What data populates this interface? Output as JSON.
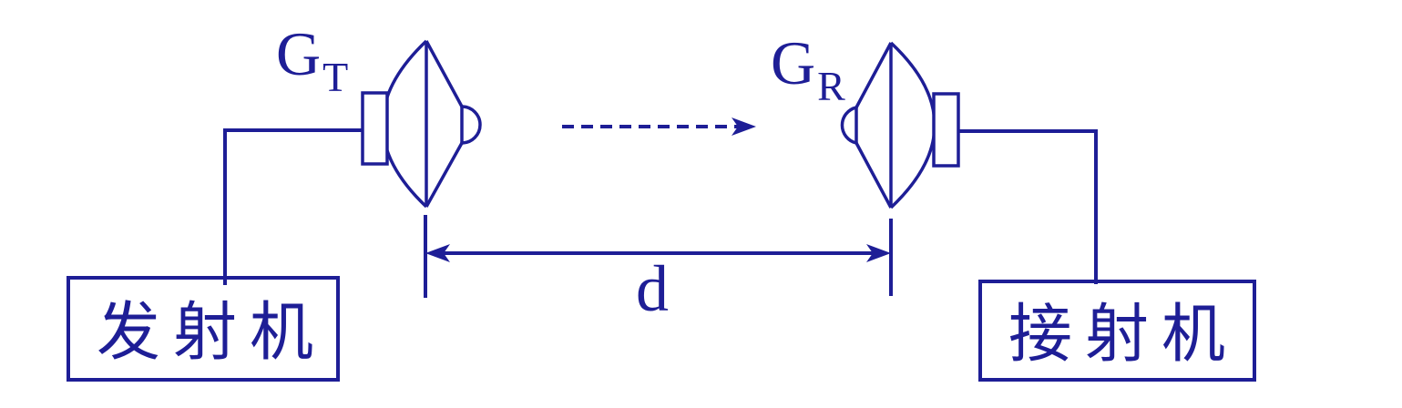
{
  "diagram": {
    "title_semantic": "point-to-point radio link between transmitter and receiver antennas",
    "colors": {
      "line": "#1e1e96",
      "background": "#ffffff"
    },
    "labels": {
      "tx_gain": {
        "base": "G",
        "sub": "T"
      },
      "rx_gain": {
        "base": "G",
        "sub": "R"
      },
      "distance": "d"
    },
    "boxes": {
      "transmitter": "发射机",
      "receiver": "接射机"
    }
  }
}
